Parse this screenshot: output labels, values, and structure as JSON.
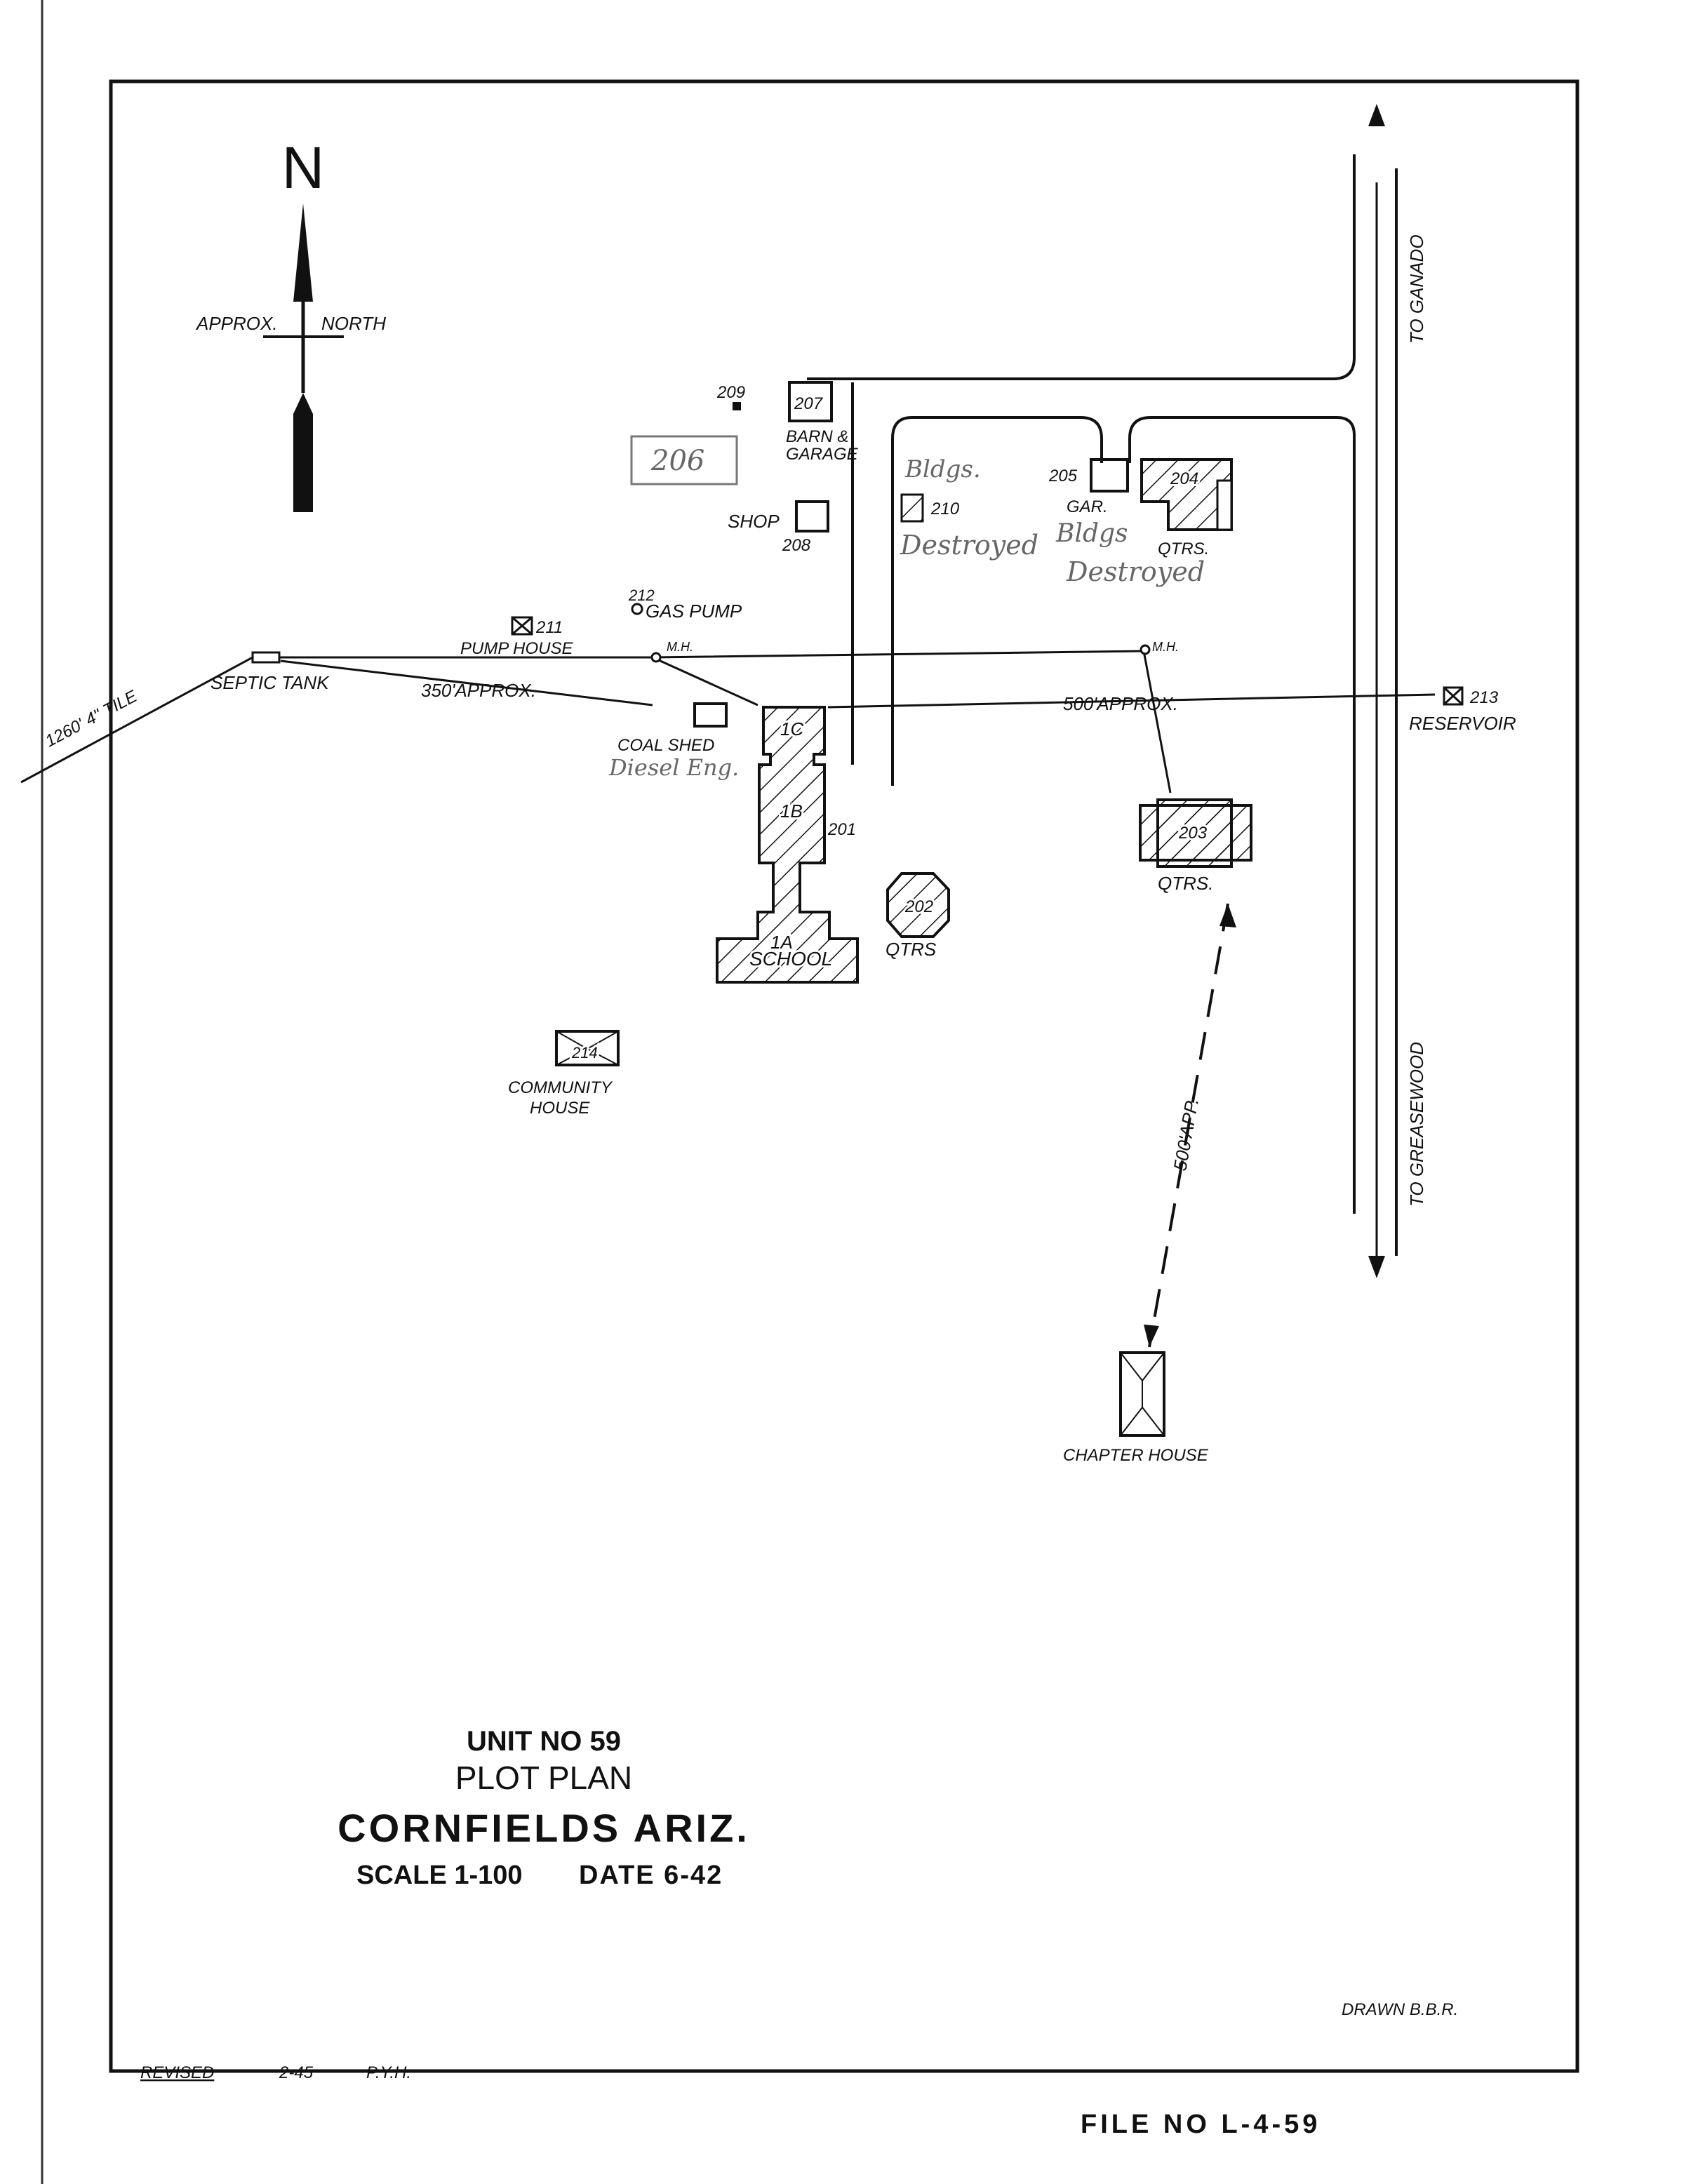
{
  "north_arrow": {
    "letter": "N",
    "approx": "APPROX.",
    "north": "NORTH"
  },
  "roads": {
    "to_ganado": "TO GANADO",
    "to_greasewood": "TO GREASEWOOD"
  },
  "buildings": {
    "b209": "209",
    "b207": "207",
    "barn_garage_1": "BARN &",
    "barn_garage_2": "GARAGE",
    "b206": "206",
    "shop": "SHOP",
    "b208": "208",
    "bldgs_destroyed_1_a": "Bldgs.",
    "bldgs_destroyed_1_b": "Destroyed",
    "b210": "210",
    "b205": "205",
    "gar": "GAR.",
    "b204": "204",
    "bldgs_destroyed_2_a": "Bldgs",
    "bldgs_destroyed_2_b": "Destroyed",
    "qtrs_204": "QTRS.",
    "b212": "212",
    "gas_pump": "GAS PUMP",
    "b211": "211",
    "pump_house": "PUMP HOUSE",
    "septic_tank": "SEPTIC TANK",
    "tile": "1260' 4\" TILE",
    "approx_350": "350'APPROX.",
    "approx_500": "500'APPROX.",
    "mh1": "M.H.",
    "mh2": "M.H.",
    "b213": "213",
    "reservoir": "RESERVOIR",
    "coal_shed": "COAL SHED",
    "diesel": "Diesel Eng.",
    "b1c": "1C",
    "b1b": "1B",
    "b201": "201",
    "b1a": "1A",
    "school": "SCHOOL",
    "b202": "202",
    "qtrs_202": "QTRS",
    "b203": "203",
    "qtrs_203": "QTRS.",
    "approx_500_app": "500'APP.",
    "b214": "214",
    "community_1": "COMMUNITY",
    "community_2": "HOUSE",
    "chapter_house": "CHAPTER HOUSE"
  },
  "title_block": {
    "unit": "UNIT NO 59",
    "plot_plan": "PLOT PLAN",
    "place": "CORNFIELDS ARIZ.",
    "scale": "SCALE 1-100",
    "date": "DATE 6-42"
  },
  "footer": {
    "revised": "REVISED",
    "revised_date": "2-45",
    "revised_by": "P.Y.H.",
    "drawn": "DRAWN B.B.R.",
    "file_no": "FILE NO L-4-59"
  }
}
